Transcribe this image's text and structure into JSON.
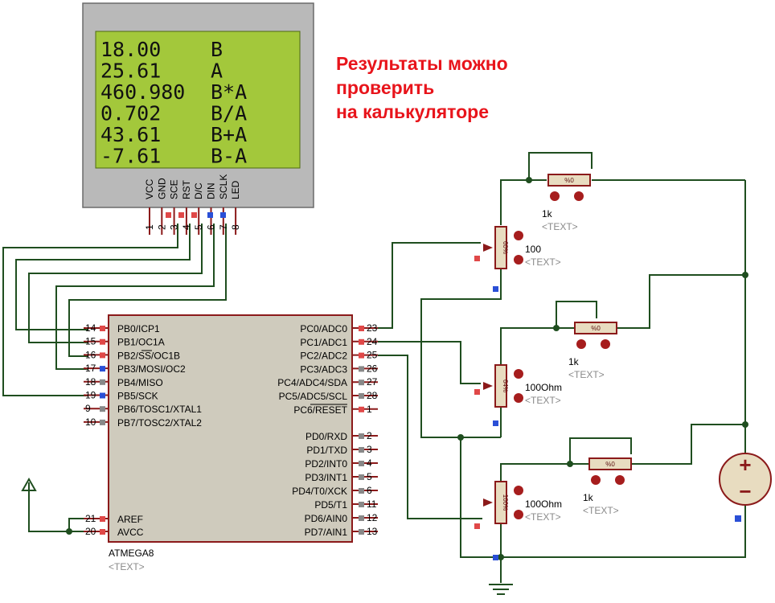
{
  "note": {
    "lines": [
      "Результаты можно",
      "проверить",
      "на калькуляторе"
    ],
    "color": "#e8141b"
  },
  "lcd": {
    "rows": [
      {
        "value": "18.00",
        "unit": "B"
      },
      {
        "value": "25.61",
        "unit": "A"
      },
      {
        "value": "460.980",
        "unit": "B*A"
      },
      {
        "value": "0.702",
        "unit": "B/A"
      },
      {
        "value": "43.61",
        "unit": "B+A"
      },
      {
        "value": "-7.61",
        "unit": "B-A"
      }
    ],
    "pins": [
      "VCC",
      "GND",
      "SCE",
      "RST",
      "D/C",
      "DIN",
      "SCLK",
      "LED"
    ],
    "pin_numbers": [
      "1",
      "2",
      "3",
      "4",
      "5",
      "6",
      "7",
      "8"
    ],
    "screen_color": "#a3c83b"
  },
  "mcu": {
    "name": "ATMEGA8",
    "tag": "<TEXT>",
    "left_pins": [
      {
        "num": "14",
        "label": "PB0/ICP1"
      },
      {
        "num": "15",
        "label": "PB1/OC1A"
      },
      {
        "num": "16",
        "label": "PB2/SS/OC1B"
      },
      {
        "num": "17",
        "label": "PB3/MOSI/OC2"
      },
      {
        "num": "18",
        "label": "PB4/MISO"
      },
      {
        "num": "19",
        "label": "PB5/SCK"
      },
      {
        "num": "9",
        "label": "PB6/TOSC1/XTAL1"
      },
      {
        "num": "10",
        "label": "PB7/TOSC2/XTAL2"
      }
    ],
    "left_bottom_pins": [
      {
        "num": "21",
        "label": "AREF"
      },
      {
        "num": "20",
        "label": "AVCC"
      }
    ],
    "right_pins_top": [
      {
        "num": "23",
        "label": "PC0/ADC0"
      },
      {
        "num": "24",
        "label": "PC1/ADC1"
      },
      {
        "num": "25",
        "label": "PC2/ADC2"
      },
      {
        "num": "26",
        "label": "PC3/ADC3"
      },
      {
        "num": "27",
        "label": "PC4/ADC4/SDA"
      },
      {
        "num": "28",
        "label": "PC5/ADC5/SCL"
      },
      {
        "num": "1",
        "label": "PC6/RESET"
      }
    ],
    "right_pins_bottom": [
      {
        "num": "2",
        "label": "PD0/RXD"
      },
      {
        "num": "3",
        "label": "PD1/TXD"
      },
      {
        "num": "4",
        "label": "PD2/INT0"
      },
      {
        "num": "5",
        "label": "PD3/INT1"
      },
      {
        "num": "6",
        "label": "PD4/T0/XCK"
      },
      {
        "num": "11",
        "label": "PD5/T1"
      },
      {
        "num": "12",
        "label": "PD6/AIN0"
      },
      {
        "num": "13",
        "label": "PD7/AIN1"
      }
    ]
  },
  "potentiometers": [
    {
      "value": "100",
      "tag": "<TEXT>",
      "percent": "60%"
    },
    {
      "value": "100Ohm",
      "tag": "<TEXT>",
      "percent": "64%"
    },
    {
      "value": "100Ohm",
      "tag": "<TEXT>",
      "percent": "100%"
    }
  ],
  "resistors": [
    {
      "value": "1k",
      "tag": "<TEXT>",
      "percent": "%0"
    },
    {
      "value": "1k",
      "tag": "<TEXT>",
      "percent": "%0"
    },
    {
      "value": "1k",
      "tag": "<TEXT>",
      "percent": "%0"
    }
  ],
  "source": {
    "plus": "+",
    "minus": "−"
  },
  "colors": {
    "wire": "#1f4e1f",
    "pin": "#8b1a1a",
    "chip_fill": "#cfcbbd",
    "component_fill": "#e8dcc0"
  }
}
